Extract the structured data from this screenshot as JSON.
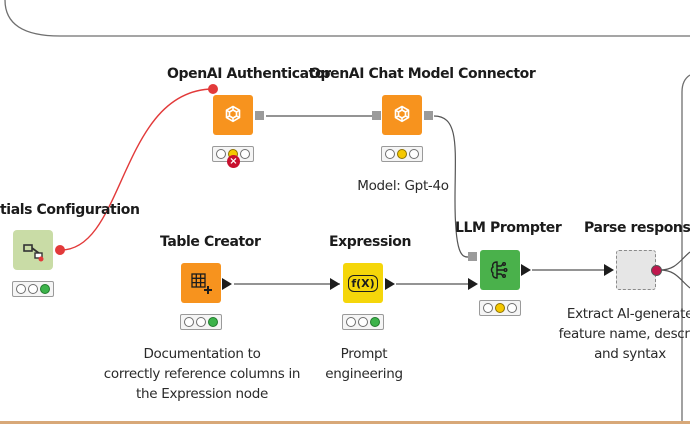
{
  "workflow": {
    "nodes": {
      "credentials_configuration": {
        "title": "tials Configuration",
        "status": [
          "off",
          "off",
          "green"
        ]
      },
      "openai_authenticator": {
        "title": "OpenAI Authenticator",
        "status": [
          "off",
          "yellow",
          "off"
        ],
        "error_badge": "×"
      },
      "openai_chat_model_connector": {
        "title": "OpenAI Chat Model Connector",
        "status": [
          "off",
          "yellow",
          "off"
        ],
        "annotation": "Model: Gpt-4o"
      },
      "table_creator": {
        "title": "Table Creator",
        "status": [
          "off",
          "off",
          "green"
        ],
        "annotation_lines": [
          "Documentation to",
          "correctly reference columns in",
          "the Expression node"
        ]
      },
      "expression": {
        "title": "Expression",
        "status": [
          "off",
          "off",
          "green"
        ],
        "icon_text": "f(X)",
        "annotation_lines": [
          "Prompt",
          "engineering"
        ]
      },
      "llm_prompter": {
        "title": "LLM Prompter",
        "status": [
          "off",
          "yellow",
          "off"
        ]
      },
      "parse_responses": {
        "title": "Parse responses",
        "annotation_lines": [
          "Extract AI-generate",
          "feature name, descrip",
          "and syntax"
        ]
      }
    },
    "colors": {
      "orange_node": "#f7931e",
      "yellow_node": "#f5d60a",
      "green_node": "#4ab14b",
      "config_node": "#c9dca6",
      "credential_wire": "#e23a3a",
      "data_wire": "#555555"
    }
  }
}
